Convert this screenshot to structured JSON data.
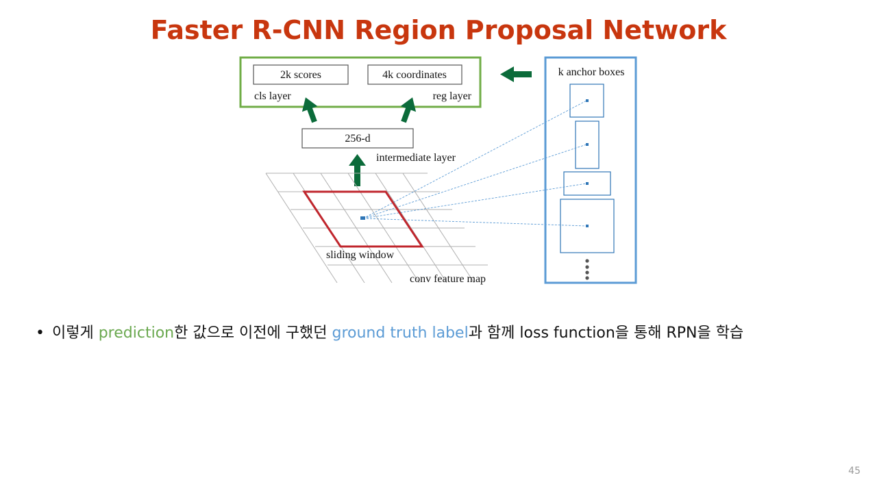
{
  "slide": {
    "title": "Faster R-CNN Region Proposal Network",
    "page_number": "45"
  },
  "diagram": {
    "cls_box_label": "2k scores",
    "reg_box_label": "4k coordinates",
    "cls_layer_label": "cls layer",
    "reg_layer_label": "reg layer",
    "intermediate_box_label": "256-d",
    "intermediate_layer_label": "intermediate layer",
    "sliding_window_label": "sliding window",
    "feature_map_label": "conv feature map",
    "anchor_boxes_label": "k anchor boxes",
    "colors": {
      "output_frame": "#70ad47",
      "anchor_frame": "#5b9bd5",
      "arrows": "#0b6b3a",
      "sliding_window": "#c0262d",
      "grid": "#b0b0b0"
    }
  },
  "bullet": {
    "part1": "이렇게 ",
    "prediction": "prediction",
    "part2": "한 값으로 이전에 구했던 ",
    "ground_truth": "ground truth label",
    "part3": "과 함께 loss function을 통해 RPN을 학습"
  }
}
